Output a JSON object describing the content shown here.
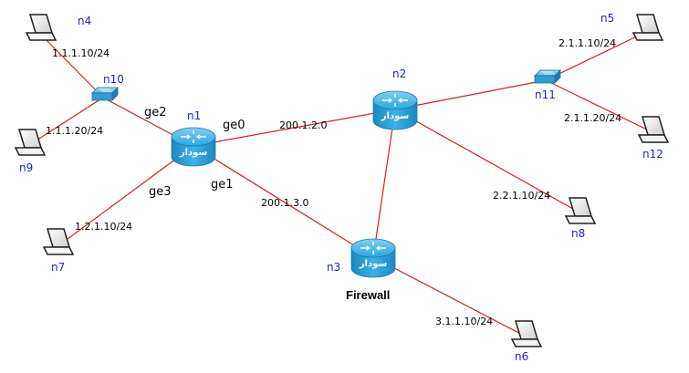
{
  "colors": {
    "link": "#d22020",
    "label_blue": "#2222cc",
    "router": "#2aa7df"
  },
  "routers": [
    {
      "id": "n1",
      "label": "n1",
      "caption": "سودار"
    },
    {
      "id": "n2",
      "label": "n2",
      "caption": "سودار"
    },
    {
      "id": "n3",
      "label": "n3",
      "caption": "سودار"
    }
  ],
  "switches": [
    {
      "id": "n10",
      "label": "n10"
    },
    {
      "id": "n11",
      "label": "n11"
    }
  ],
  "hosts": [
    {
      "id": "n4",
      "label": "n4"
    },
    {
      "id": "n5",
      "label": "n5"
    },
    {
      "id": "n6",
      "label": "n6"
    },
    {
      "id": "n7",
      "label": "n7"
    },
    {
      "id": "n8",
      "label": "n8"
    },
    {
      "id": "n9",
      "label": "n9"
    },
    {
      "id": "n12",
      "label": "n12"
    }
  ],
  "links": [
    {
      "from": "n4",
      "to": "n10",
      "label": "1.1.1.10/24"
    },
    {
      "from": "n9",
      "to": "n10",
      "label": "1.1.1.20/24"
    },
    {
      "from": "n10",
      "to": "n1",
      "label": "ge2"
    },
    {
      "from": "n7",
      "to": "n1",
      "label": "1.2.1.10/24"
    },
    {
      "from": "n1",
      "to": "n2",
      "label": "200.1.2.0"
    },
    {
      "from": "n1",
      "to": "n3",
      "label": "200.1.3.0"
    },
    {
      "from": "n2",
      "to": "n3",
      "label": ""
    },
    {
      "from": "n2",
      "to": "n11",
      "label": ""
    },
    {
      "from": "n5",
      "to": "n11",
      "label": "2.1.1.10/24"
    },
    {
      "from": "n11",
      "to": "n12",
      "label": "2.1.1.20/24"
    },
    {
      "from": "n2",
      "to": "n8",
      "label": "2.2.1.10/24"
    },
    {
      "from": "n3",
      "to": "n6",
      "label": "3.1.1.10/24"
    }
  ],
  "interfaces": {
    "ge0": "ge0",
    "ge1": "ge1",
    "ge3": "ge3"
  },
  "firewall_label": "Firewall"
}
